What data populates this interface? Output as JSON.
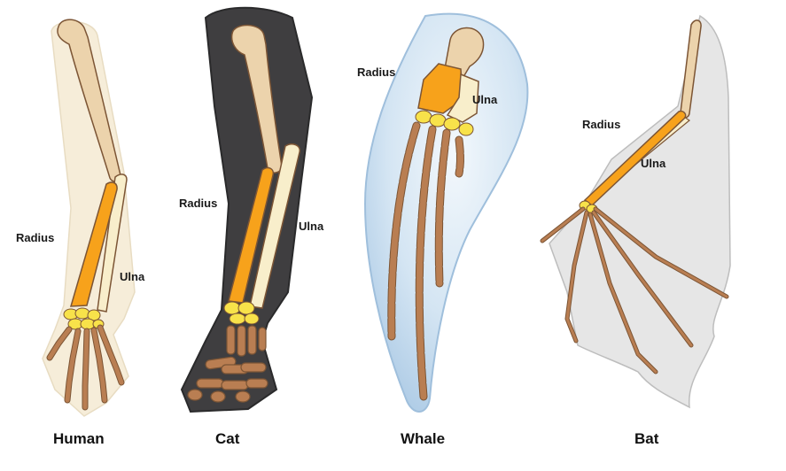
{
  "colors": {
    "humerus": "#ecd3ac",
    "radius": "#f7a21b",
    "ulna": "#f8eecb",
    "carpal": "#f8e24a",
    "phalanx": "#b97e52",
    "bone_outline": "#7c5535",
    "human_skin": "#f6edd9",
    "cat_fur": "#3f3e40",
    "whale_fin": "#c8dcee",
    "bat_membrane": "#e6e6e6"
  },
  "panels": [
    {
      "name": "Human",
      "radius_label": "Radius",
      "ulna_label": "Ulna"
    },
    {
      "name": "Cat",
      "radius_label": "Radius",
      "ulna_label": "Ulna"
    },
    {
      "name": "Whale",
      "radius_label": "Radius",
      "ulna_label": "Ulna"
    },
    {
      "name": "Bat",
      "radius_label": "Radius",
      "ulna_label": "Ulna"
    }
  ]
}
